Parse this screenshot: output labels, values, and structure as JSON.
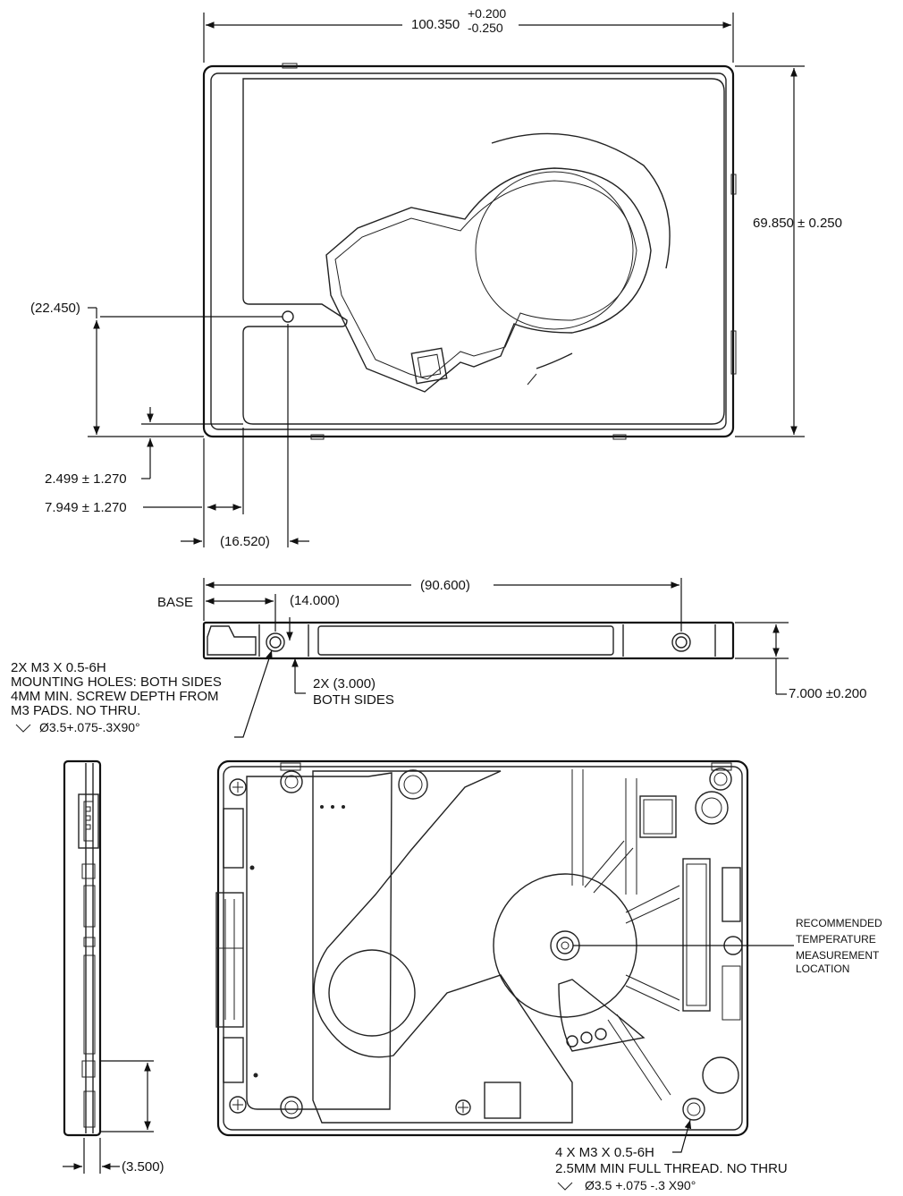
{
  "dimensions": {
    "width_nominal": "100.350",
    "width_tol_plus": "+0.200",
    "width_tol_minus": "-0.250",
    "height": "69.850 ± 0.250",
    "hole_y_ref": "(22.450)",
    "offset_a": "2.499 ± 1.270",
    "offset_b": "7.949 ± 1.270",
    "hole_x_ref": "(16.520)",
    "hole_spacing_ref": "(90.600)",
    "base_label": "BASE",
    "base_to_hole_ref": "(14.000)",
    "thickness": "7.000 ",
    "thickness_tol": "±0.200",
    "side_hole_ref": "(3.500)"
  },
  "notes": {
    "side_holes": [
      "2X M3 X 0.5-6H",
      "MOUNTING HOLES: BOTH SIDES",
      "4MM MIN. SCREW DEPTH FROM",
      "M3 PADS. NO THRU.",
      "Ø3.5+.075-.3X90°"
    ],
    "side_depth": [
      "2X (3.000)",
      "BOTH SIDES"
    ],
    "temperature": [
      "RECOMMENDED",
      "TEMPERATURE",
      "MEASUREMENT",
      "LOCATION"
    ],
    "bottom_holes": [
      "4 X M3 X 0.5-6H",
      "2.5MM MIN FULL THREAD. NO THRU",
      "Ø3.5 +.075 -.3 X90°"
    ]
  }
}
